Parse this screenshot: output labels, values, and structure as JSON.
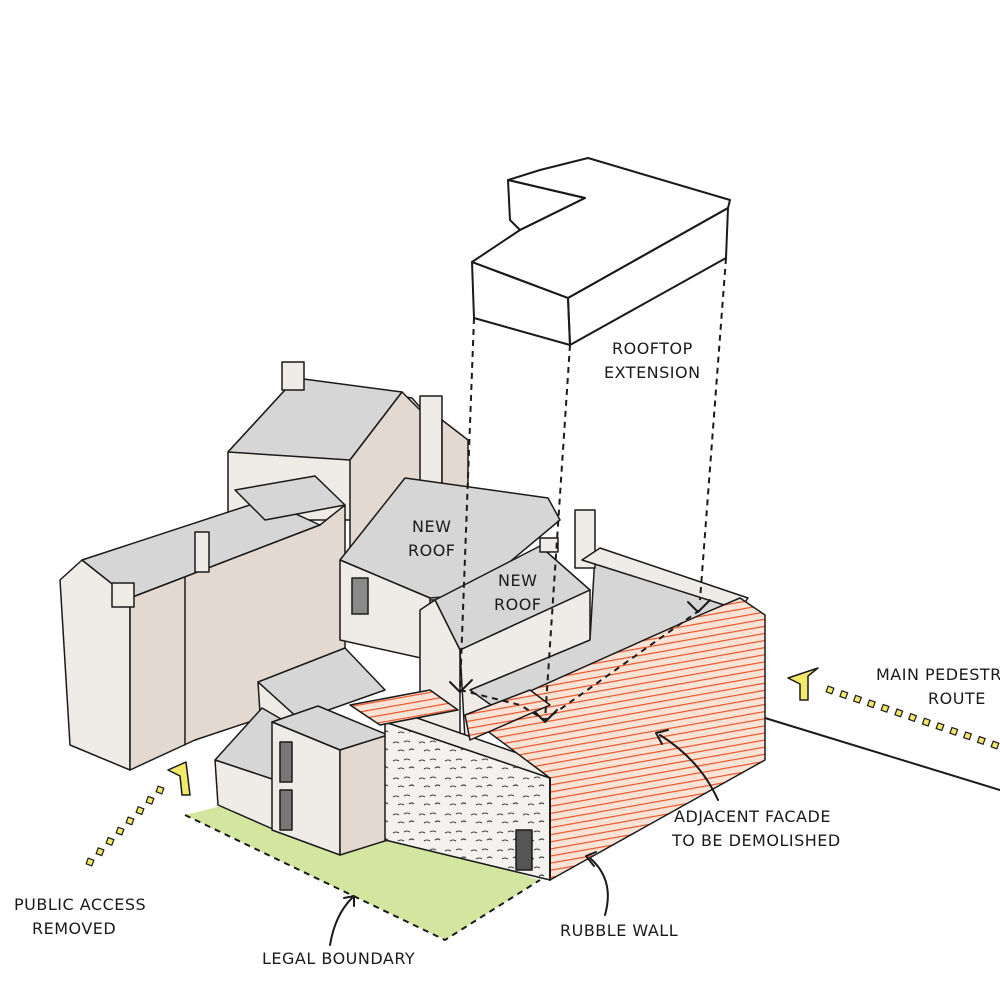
{
  "labels": {
    "rooftop_line1": "ROOFTOP",
    "rooftop_line2": "EXTENSION",
    "new_roof_1_line1": "NEW",
    "new_roof_1_line2": "ROOF",
    "new_roof_2_line1": "NEW",
    "new_roof_2_line2": "ROOF",
    "pedestrian_line1": "MAIN PEDESTRIAN",
    "pedestrian_line2": "ROUTE",
    "facade_line1": "ADJACENT FACADE",
    "facade_line2": "TO BE DEMOLISHED",
    "public_line1": "PUBLIC ACCESS",
    "public_line2": "REMOVED",
    "rubble_wall": "RUBBLE WALL",
    "legal_boundary": "LEGAL BOUNDARY"
  },
  "colors": {
    "roof_grey": "#d6d6d6",
    "wall_cream": "#efebe6",
    "wall_shade": "#e3d9d0",
    "extension_top": "#fff08a",
    "extension_side": "#fbd08c",
    "demolish_hatch": "#e8552b",
    "legal_green": "#d3e6a0",
    "arrow_yellow": "#f2e86a",
    "ink": "#1a1a1a"
  }
}
